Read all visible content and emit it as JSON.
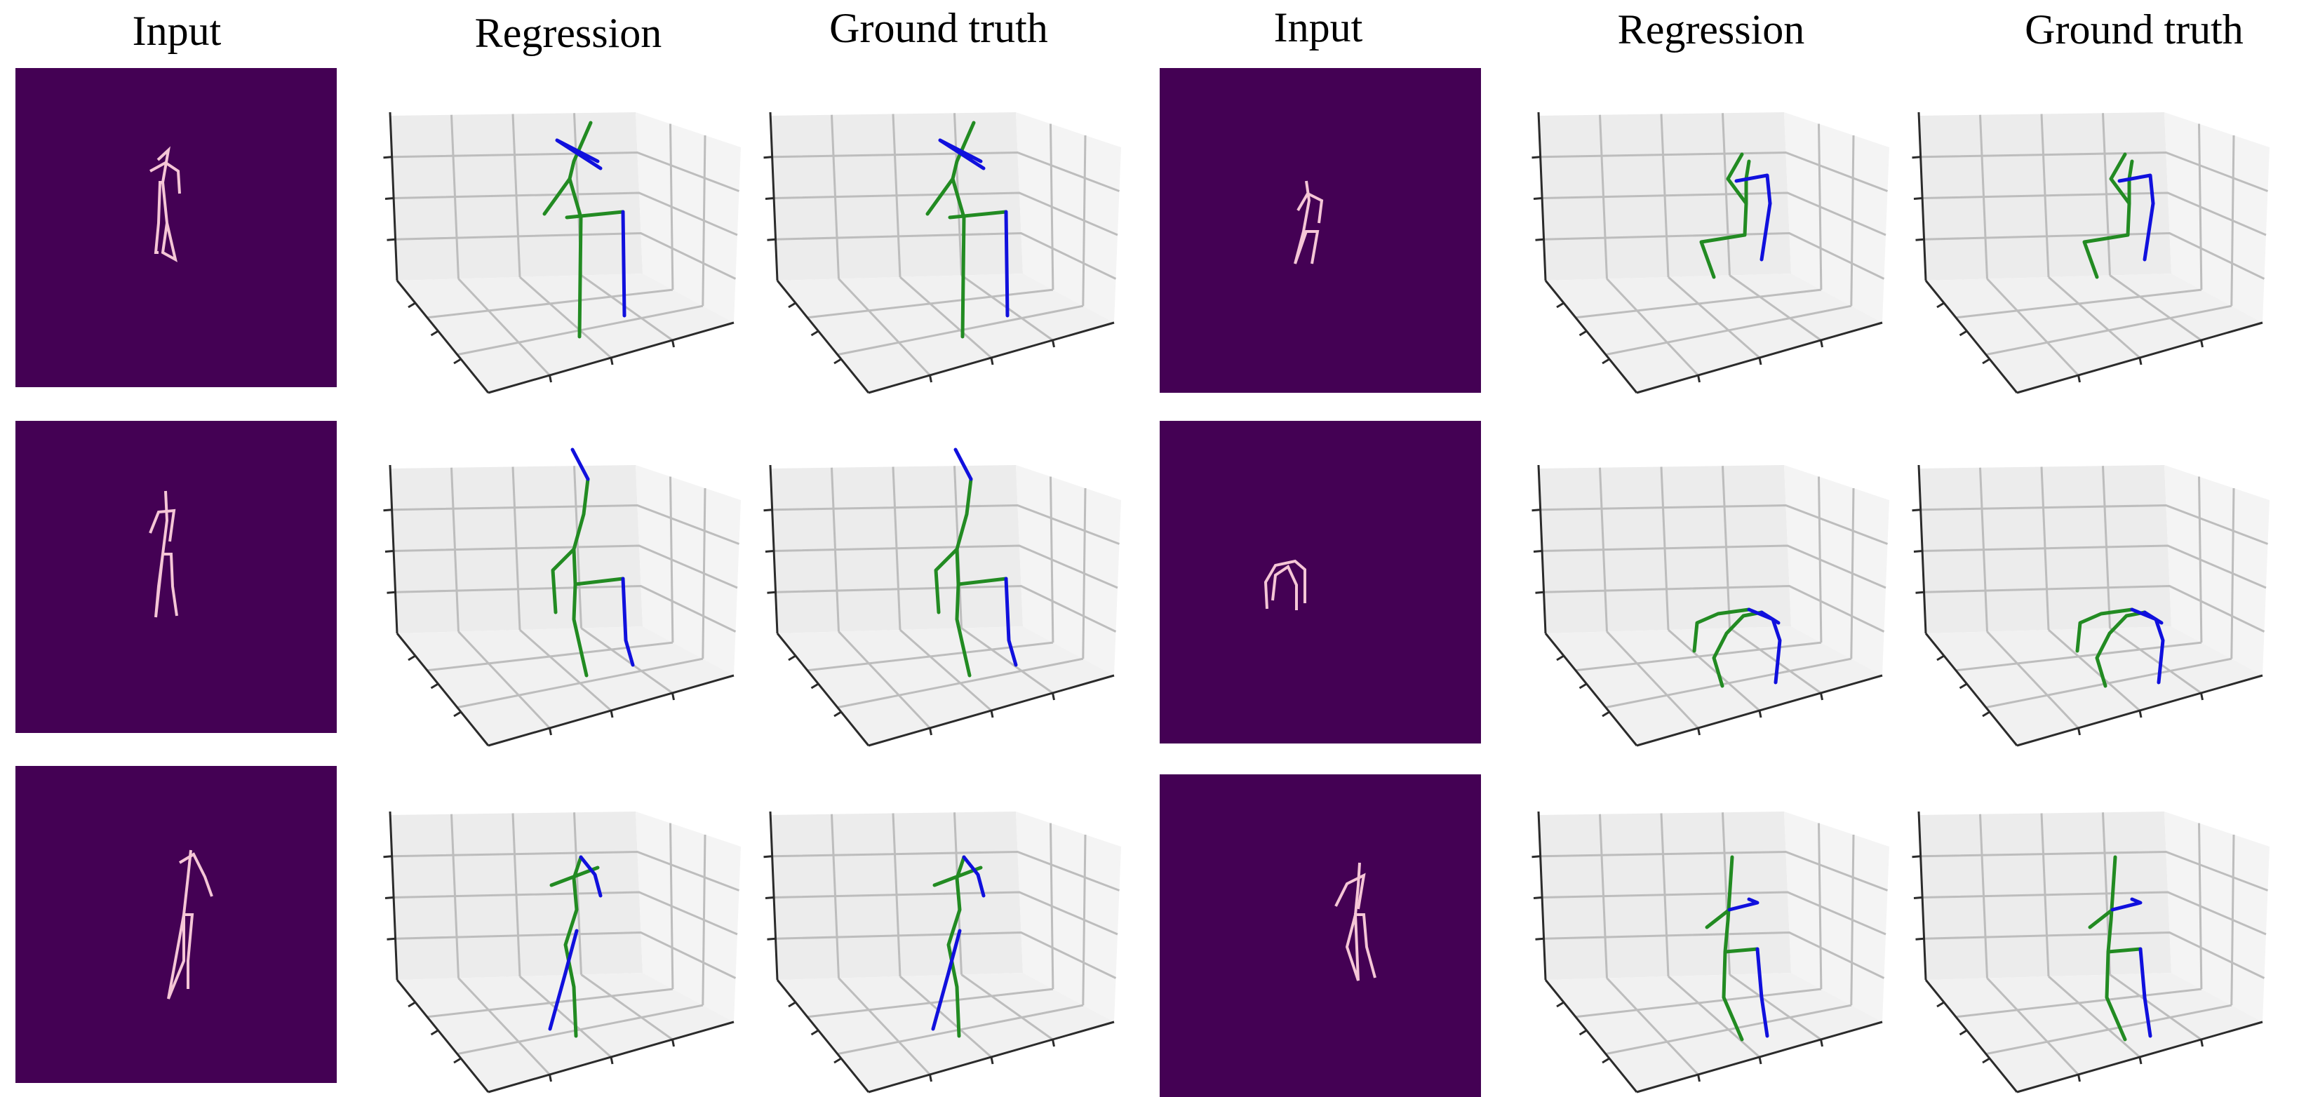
{
  "headers": {
    "left": [
      "Input",
      "Regression",
      "Ground truth"
    ],
    "right": [
      "Input",
      "Regression",
      "Ground truth"
    ]
  },
  "colors": {
    "input_background": "#440154",
    "input_skeleton": "#f5c6d6",
    "bone_left": "#228b22",
    "bone_right": "#1010dd",
    "pane_back": "#ececec",
    "pane_side": "#f4f4f4",
    "pane_floor": "#f1f1f1",
    "grid": "#bdbdbd",
    "axis": "#2b2b2b"
  },
  "panels": {
    "rows": 3,
    "groups": 2,
    "columns_per_group": [
      "input",
      "regression",
      "ground_truth"
    ]
  }
}
